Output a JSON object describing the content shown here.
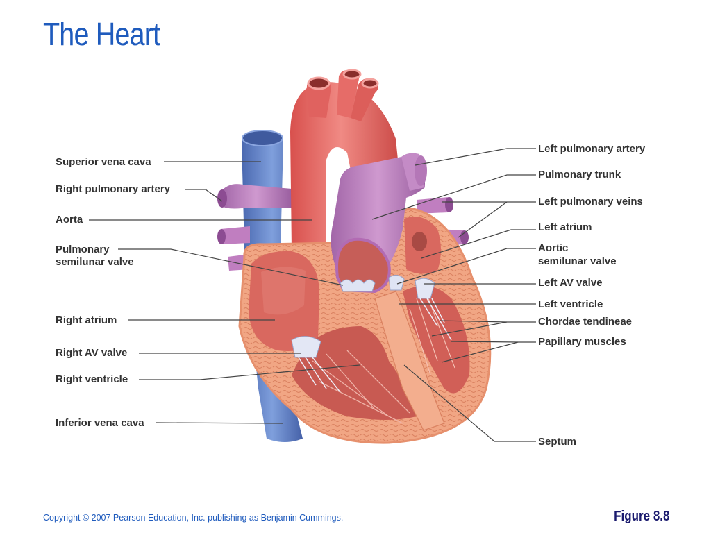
{
  "title": "The Heart",
  "labels": {
    "superior_vena_cava": "Superior vena cava",
    "right_pulmonary_artery": "Right pulmonary artery",
    "aorta": "Aorta",
    "pulmonary_semilunar_valve_1": "Pulmonary",
    "pulmonary_semilunar_valve_2": "semilunar valve",
    "right_atrium": "Right atrium",
    "right_av_valve": "Right AV valve",
    "right_ventricle": "Right ventricle",
    "inferior_vena_cava": "Inferior vena cava",
    "left_pulmonary_artery": "Left pulmonary artery",
    "pulmonary_trunk": "Pulmonary trunk",
    "left_pulmonary_veins": "Left pulmonary veins",
    "left_atrium": "Left atrium",
    "aortic_semilunar_valve_1": "Aortic",
    "aortic_semilunar_valve_2": "semilunar valve",
    "left_av_valve": "Left AV valve",
    "left_ventricle": "Left ventricle",
    "chordae_tendineae": "Chordae tendineae",
    "papillary_muscles": "Papillary muscles",
    "septum": "Septum"
  },
  "copyright": "Copyright © 2007 Pearson Education, Inc. publishing as Benjamin Cummings.",
  "figure": "Figure 8.8",
  "colors": {
    "title": "#1f5bbd",
    "vena_cava": "#5b7fc4",
    "aorta": "#e0625f",
    "pulmonary": "#b67bb8",
    "myocardium": "#f0a585",
    "chamber": "#d9685f",
    "leader": "#444444"
  }
}
